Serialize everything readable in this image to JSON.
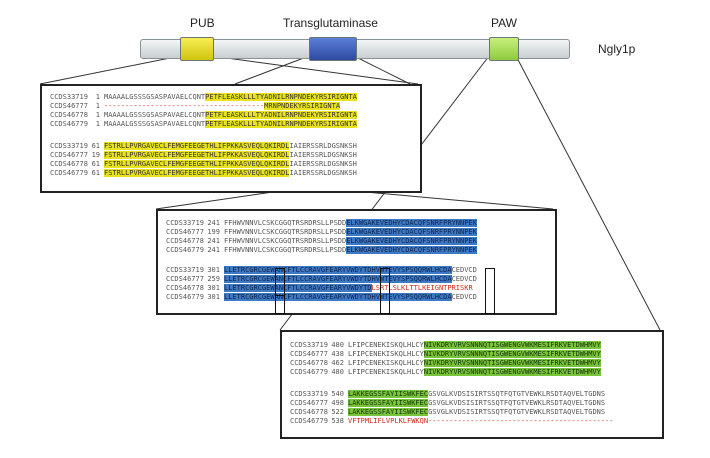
{
  "protein": {
    "name": "Ngly1p",
    "domains": [
      {
        "label": "PUB",
        "color": "#e9e21e"
      },
      {
        "label": "Transglutaminase",
        "color": "#3d5fb8"
      },
      {
        "label": "PAW",
        "color": "#a6dc52"
      }
    ]
  },
  "panel1": {
    "blocks": [
      {
        "rows": [
          {
            "id": "CCDS33719",
            "num": "1",
            "pre": "MAAAALGSSSGSASPAVAELCQNT",
            "hl": "PETFLEASKLLLTYADNILRNPNDEKYRSIRIGNTA",
            "post": ""
          },
          {
            "id": "CCDS46777",
            "num": "1",
            "pre": "------------------------",
            "hl": "--------------MRNPNDEKYRSIRIGNTA",
            "post": "",
            "dashRed": true
          },
          {
            "id": "CCDS46778",
            "num": "1",
            "pre": "MAAAALGSSSGSASPAVAELCQNT",
            "hl": "PETFLEASKLLLTYADNILRNPNDEKYRSIRIGNTA",
            "post": ""
          },
          {
            "id": "CCDS46779",
            "num": "1",
            "pre": "MAAAALGSSSGSASPAVAELCQNT",
            "hl": "PETFLEASKLLLTYADNILRNPNDEKYRSIRIGNTA",
            "post": ""
          }
        ]
      },
      {
        "rows": [
          {
            "id": "CCDS33719",
            "num": "61",
            "pre": "",
            "hl": "FSTRLLPVRGAVECLFEMGFEEGETHLIFPKKASVEQLQKIRDL",
            "post": "IAIERSSRLDGSNKSH"
          },
          {
            "id": "CCDS46777",
            "num": "19",
            "pre": "",
            "hl": "FSTRLLPVRGAVECLFEMGFEEGETHLIFPKKASVEQLQKIRDL",
            "post": "IAIERSSRLDGSNKSH"
          },
          {
            "id": "CCDS46778",
            "num": "61",
            "pre": "",
            "hl": "FSTRLLPVRGAVECLFEMGFEEGETHLIFPKKASVEQLQKIRDL",
            "post": "IAIERSSRLDGSNKSH"
          },
          {
            "id": "CCDS46779",
            "num": "61",
            "pre": "",
            "hl": "FSTRLLPVRGAVECLFEMGFEEGETHLIFPKKASVEQLQKIRDL",
            "post": "IAIERSSRLDGSNKSH"
          }
        ]
      }
    ]
  },
  "panel2": {
    "blocks": [
      {
        "rows": [
          {
            "id": "CCDS33719",
            "num": "241",
            "pre": "FFHWVNNVLCSKCGGQTRSRDRSLLPSDD",
            "hl": "ELKWGAKEVEDHYCDACQFSNRFPRYNNPEK",
            "post": ""
          },
          {
            "id": "CCDS46777",
            "num": "199",
            "pre": "FFHWVNNVLCSKCGGQTRSRDRSLLPSDD",
            "hl": "ELKWGAKEVEDHYCDACQFSNRFPRYNNPEK",
            "post": ""
          },
          {
            "id": "CCDS46778",
            "num": "241",
            "pre": "FFHWVNNVLCSKCGGQTRSRDRSLLPSDD",
            "hl": "ELKWGAKEVEDHYCDACQFSNRFPRYNNPEK",
            "post": ""
          },
          {
            "id": "CCDS46779",
            "num": "241",
            "pre": "FFHWVNNVLCSKCGGQTRSRDRSLLPSDD",
            "hl": "ELKWGAKEVEDHYCDACQFSNRFPRYNNPEK",
            "post": ""
          }
        ]
      },
      {
        "rows": [
          {
            "id": "CCDS33719",
            "num": "301",
            "pre": "",
            "hl": "LLETRCGRCGEWANCFTLCCRAVGFEARYVWDYTDHVWTEVYSPSQQRWLHCDA",
            "post": "CEDVCD"
          },
          {
            "id": "CCDS46777",
            "num": "259",
            "pre": "",
            "hl": "LLETRCGRCGEWANCFTLCCRAVGFEARYVWDYTDHVWTEVYSPSQQRWLHCDA",
            "post": "CEDVCD"
          },
          {
            "id": "CCDS46778",
            "num": "301",
            "pre": "",
            "hl": "LLETRCGRCGEWANCFTLCCRAVGFEARYVWDYTD",
            "post": "LSRTLSLKLTTLKEIGNTPRISKR",
            "postRed": true
          },
          {
            "id": "CCDS46779",
            "num": "301",
            "pre": "",
            "hl": "LLETRCGRCGEWANCFTLCCRAVGFEARYVWDYTDHVWTEVYSPSQQRWLHCDA",
            "post": "CEDVCD"
          }
        ]
      }
    ]
  },
  "panel3": {
    "blocks": [
      {
        "rows": [
          {
            "id": "CCDS33719",
            "num": "480",
            "pre": "LFIPCENEKISKQLHLCY",
            "hl": "NIVKDRYVRVSNNNQTISGWENGVWKMESIFRKVETDWHMVY",
            "post": ""
          },
          {
            "id": "CCDS46777",
            "num": "438",
            "pre": "LFIPCENEKISKQLHLCY",
            "hl": "NIVKDRYVRVSNNNQTISGWENGVWKMESIFRKVETDWHMVY",
            "post": ""
          },
          {
            "id": "CCDS46778",
            "num": "462",
            "pre": "LFIPCENEKISKQLHLCY",
            "hl": "NIVKDRYVRVSNNNQTISGWENGVWKMESIFRKVETDWHMVY",
            "post": ""
          },
          {
            "id": "CCDS46779",
            "num": "480",
            "pre": "LFIPCENEKISKQLHLCY",
            "hl": "NIVKDRYVRVSNNNQTISGWENGVWKMESIFRKVETDWHMVY",
            "post": ""
          }
        ]
      },
      {
        "rows": [
          {
            "id": "CCDS33719",
            "num": "540",
            "pre": "",
            "hl": "LAKKEGSSFAYIISWKFEC",
            "post": "GSVGLKVDSISIRTSSQTFQTGTVEWKLRSDTAQVELTGDNS"
          },
          {
            "id": "CCDS46777",
            "num": "498",
            "pre": "",
            "hl": "LAKKEGSSFAYIISWKFEC",
            "post": "GSVGLKVDSISIRTSSQTFQTGTVEWKLRSDTAQVELTGDNS"
          },
          {
            "id": "CCDS46778",
            "num": "522",
            "pre": "",
            "hl": "LAKKEGSSFAYIISWKFEC",
            "post": "GSVGLKVDSISIRTSSQTFQTGTVEWKLRSDTAQVELTGDNS"
          },
          {
            "id": "CCDS46779",
            "num": "538",
            "pre": "",
            "hl": "VFTPMLIFLVPLKLFWKQN",
            "post": "--------------------------------------------",
            "hlRed": true,
            "dashRed": true
          }
        ]
      }
    ]
  }
}
